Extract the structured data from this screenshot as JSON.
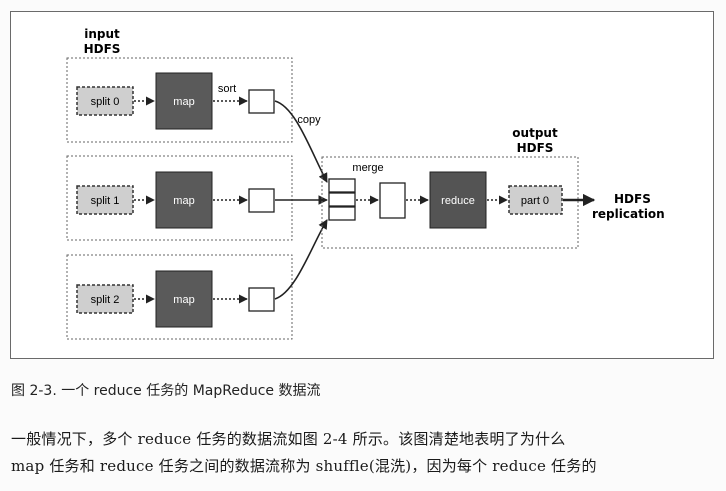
{
  "figure": {
    "input_label": [
      "input",
      "HDFS"
    ],
    "output_label": [
      "output",
      "HDFS"
    ],
    "splits": [
      "split 0",
      "split 1",
      "split 2"
    ],
    "map_label": "map",
    "sort_label": "sort",
    "copy_label": "copy",
    "merge_label": "merge",
    "reduce_label": "reduce",
    "part_label": "part 0",
    "hdfs_replication_label": [
      "HDFS",
      "replication"
    ],
    "colors": {
      "map_fill": "#5a5a5a",
      "reduce_fill": "#545454",
      "split_fill": "#cfcfcf"
    }
  },
  "caption": "图 2-3. 一个 reduce 任务的 MapReduce 数据流",
  "paragraph": {
    "line1": "一般情况下，多个 reduce 任务的数据流如图 2-4 所示。该图清楚地表明了为什么",
    "line2": "map 任务和 reduce 任务之间的数据流称为 shuffle(混洗)，因为每个 reduce 任务的"
  }
}
